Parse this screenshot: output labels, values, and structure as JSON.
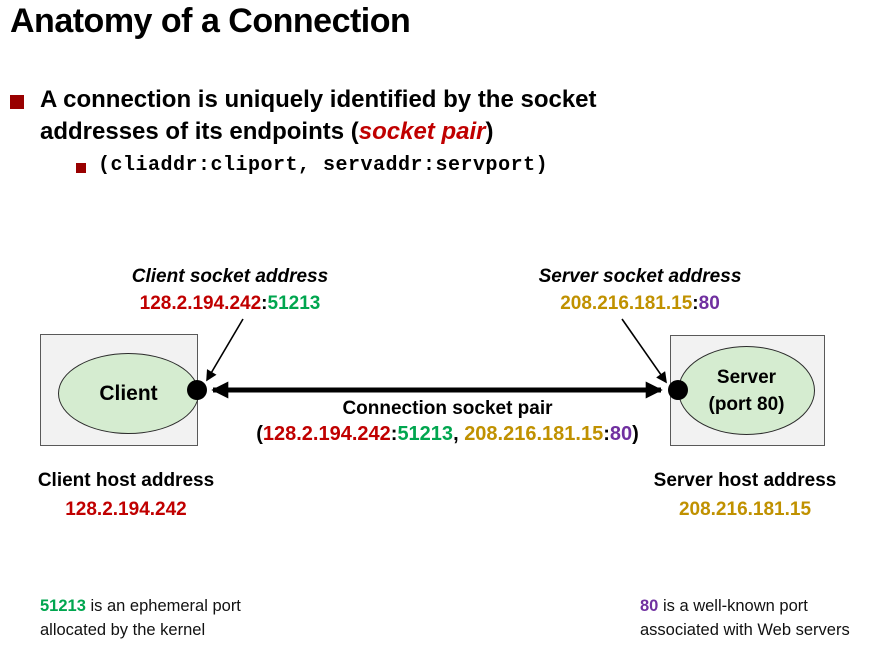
{
  "colors": {
    "dark_red": "#C00000",
    "green": "#00A64F",
    "gold": "#C09100",
    "purple": "#7030A0",
    "bullet_red": "#990000",
    "box_fill": "#F2F2F2",
    "box_border": "#595959",
    "ellipse_fill": "#D5ECD0",
    "ellipse_border": "#2b2b2b"
  },
  "title": "Anatomy of a Connection",
  "bullets": {
    "main_line1": "A connection is uniquely identified by the socket",
    "main_line2_prefix": "addresses of its endpoints (",
    "main_line2_emphasis": "socket pair",
    "main_line2_suffix": ")",
    "sub_code": "(cliaddr:cliport, servaddr:servport)"
  },
  "diagram": {
    "client_socket": {
      "label": "Client socket address",
      "ip": "128.2.194.242",
      "sep": ":",
      "port": "51213"
    },
    "server_socket": {
      "label": "Server socket address",
      "ip": "208.216.181.15",
      "sep": ":",
      "port": "80"
    },
    "client_node": {
      "label": "Client"
    },
    "server_node": {
      "line1": "Server",
      "line2": "(port 80)"
    },
    "connection": {
      "label": "Connection socket pair",
      "open": "(",
      "client_ip": "128.2.194.242",
      "sep1": ":",
      "client_port": "51213",
      "comma": ", ",
      "server_ip": "208.216.181.15",
      "sep2": ":",
      "server_port": "80",
      "close": ")"
    },
    "client_host": {
      "label": "Client host address",
      "ip": "128.2.194.242"
    },
    "server_host": {
      "label": "Server host address",
      "ip": "208.216.181.15"
    }
  },
  "footnotes": {
    "left": {
      "port": "51213",
      "text1": " is an ephemeral port",
      "text2": "allocated by the kernel"
    },
    "right": {
      "port": "80",
      "text1": " is a well-known port",
      "text2": "associated with Web servers"
    }
  }
}
